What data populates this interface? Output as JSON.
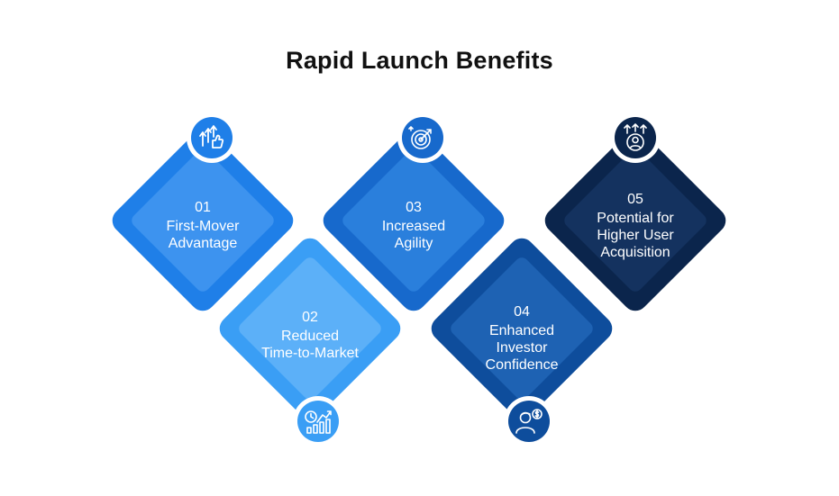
{
  "title": "Rapid Launch Benefits",
  "benefits": [
    {
      "number": "01",
      "label": "First-Mover\nAdvantage",
      "icon": "growth-arrows-thumbs-up-icon",
      "color": "#1f7fe8"
    },
    {
      "number": "02",
      "label": "Reduced\nTime-to-Market",
      "icon": "clock-growth-chart-icon",
      "color": "#3a9ef5"
    },
    {
      "number": "03",
      "label": "Increased\nAgility",
      "icon": "target-arrows-icon",
      "color": "#1769cc"
    },
    {
      "number": "04",
      "label": "Enhanced\nInvestor\nConfidence",
      "icon": "investor-dollar-icon",
      "color": "#0e4d9c"
    },
    {
      "number": "05",
      "label": "Potential for\nHigher User\nAcquisition",
      "icon": "user-acquisition-icon",
      "color": "#0b254c"
    }
  ]
}
